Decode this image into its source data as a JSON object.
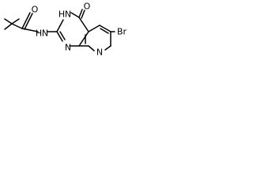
{
  "structure": {
    "atoms": {
      "o_amide": "O",
      "n_amide": "N",
      "h_amide": "H",
      "n_ring3": "N",
      "h_ring3": "H",
      "o_ketone": "O",
      "br": "Br",
      "n_ring1": "N",
      "n_pyridine": "N"
    }
  },
  "colors": {
    "bond": "#000000",
    "label": "#000000",
    "background": "#ffffff"
  }
}
